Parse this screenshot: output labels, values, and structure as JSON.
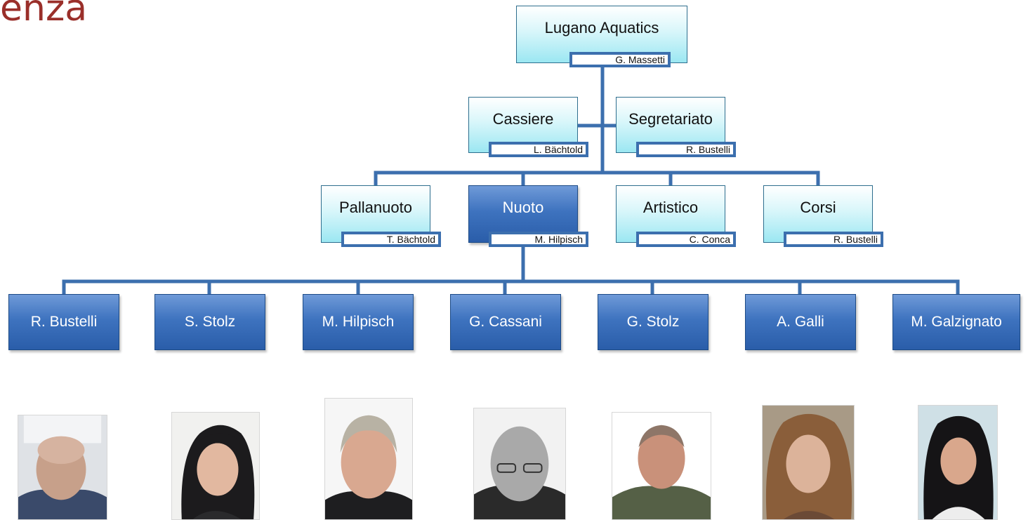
{
  "title_fragment": "enza",
  "root": {
    "name": "Lugano Aquatics",
    "person": "G. Massetti"
  },
  "staff": [
    {
      "name": "Cassiere",
      "person": "L. Bächtold"
    },
    {
      "name": "Segretariato",
      "person": "R. Bustelli"
    }
  ],
  "departments": [
    {
      "name": "Pallanuoto",
      "person": "T. Bächtold"
    },
    {
      "name": "Nuoto",
      "person": "M. Hilpisch"
    },
    {
      "name": "Artistico",
      "person": "C. Conca"
    },
    {
      "name": "Corsi",
      "person": "R. Bustelli"
    }
  ],
  "coaches": [
    "R. Bustelli",
    "S. Stolz",
    "M. Hilpisch",
    "G. Cassani",
    "G. Stolz",
    "A. Galli",
    "M. Galzignato"
  ],
  "colors": {
    "light_box": "#bdeff6",
    "dark_box": "#3e73bf",
    "connector": "#3c6fae",
    "title": "#9a2f2a"
  }
}
